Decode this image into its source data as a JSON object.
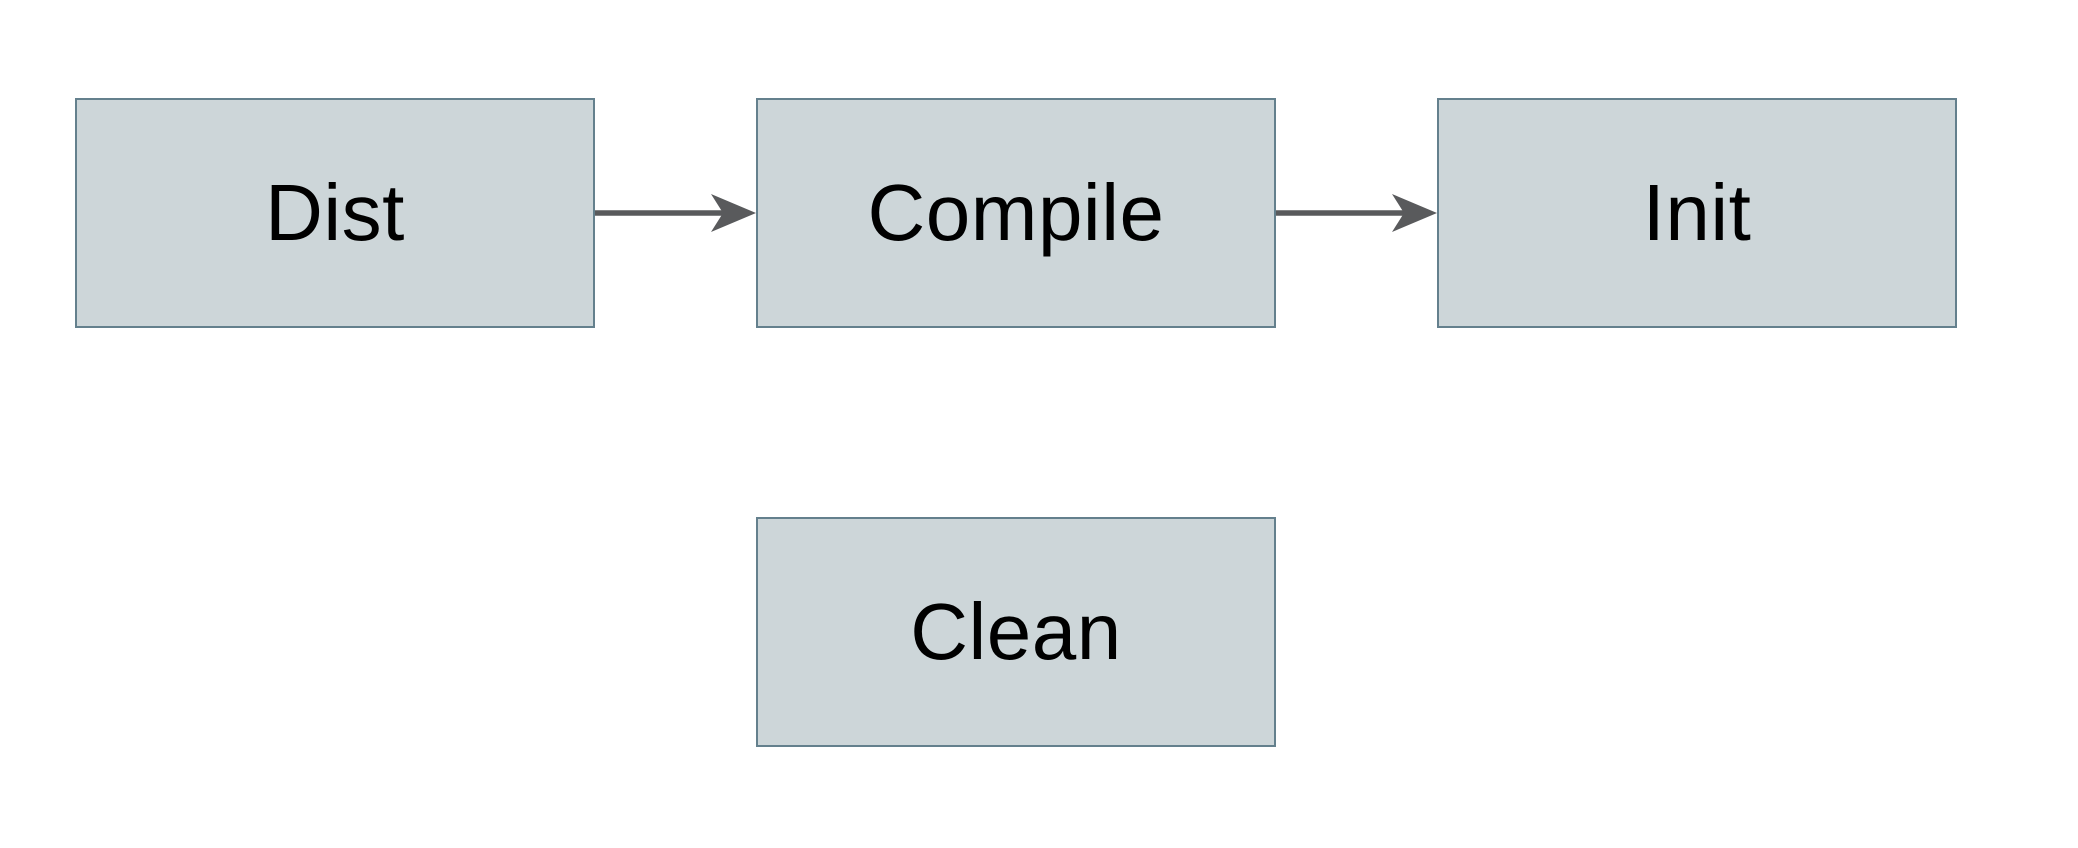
{
  "diagram": {
    "type": "flowchart",
    "nodes": [
      {
        "id": "dist",
        "label": "Dist"
      },
      {
        "id": "compile",
        "label": "Compile"
      },
      {
        "id": "init",
        "label": "Init"
      },
      {
        "id": "clean",
        "label": "Clean"
      }
    ],
    "edges": [
      {
        "from": "dist",
        "to": "compile",
        "direction": "right"
      },
      {
        "from": "compile",
        "to": "init",
        "direction": "right"
      }
    ],
    "colors": {
      "bg": "#ffffff",
      "fill": "#cdd6d9",
      "border": "#64808d",
      "arrow": "#595a5c",
      "text": "#000000"
    }
  }
}
